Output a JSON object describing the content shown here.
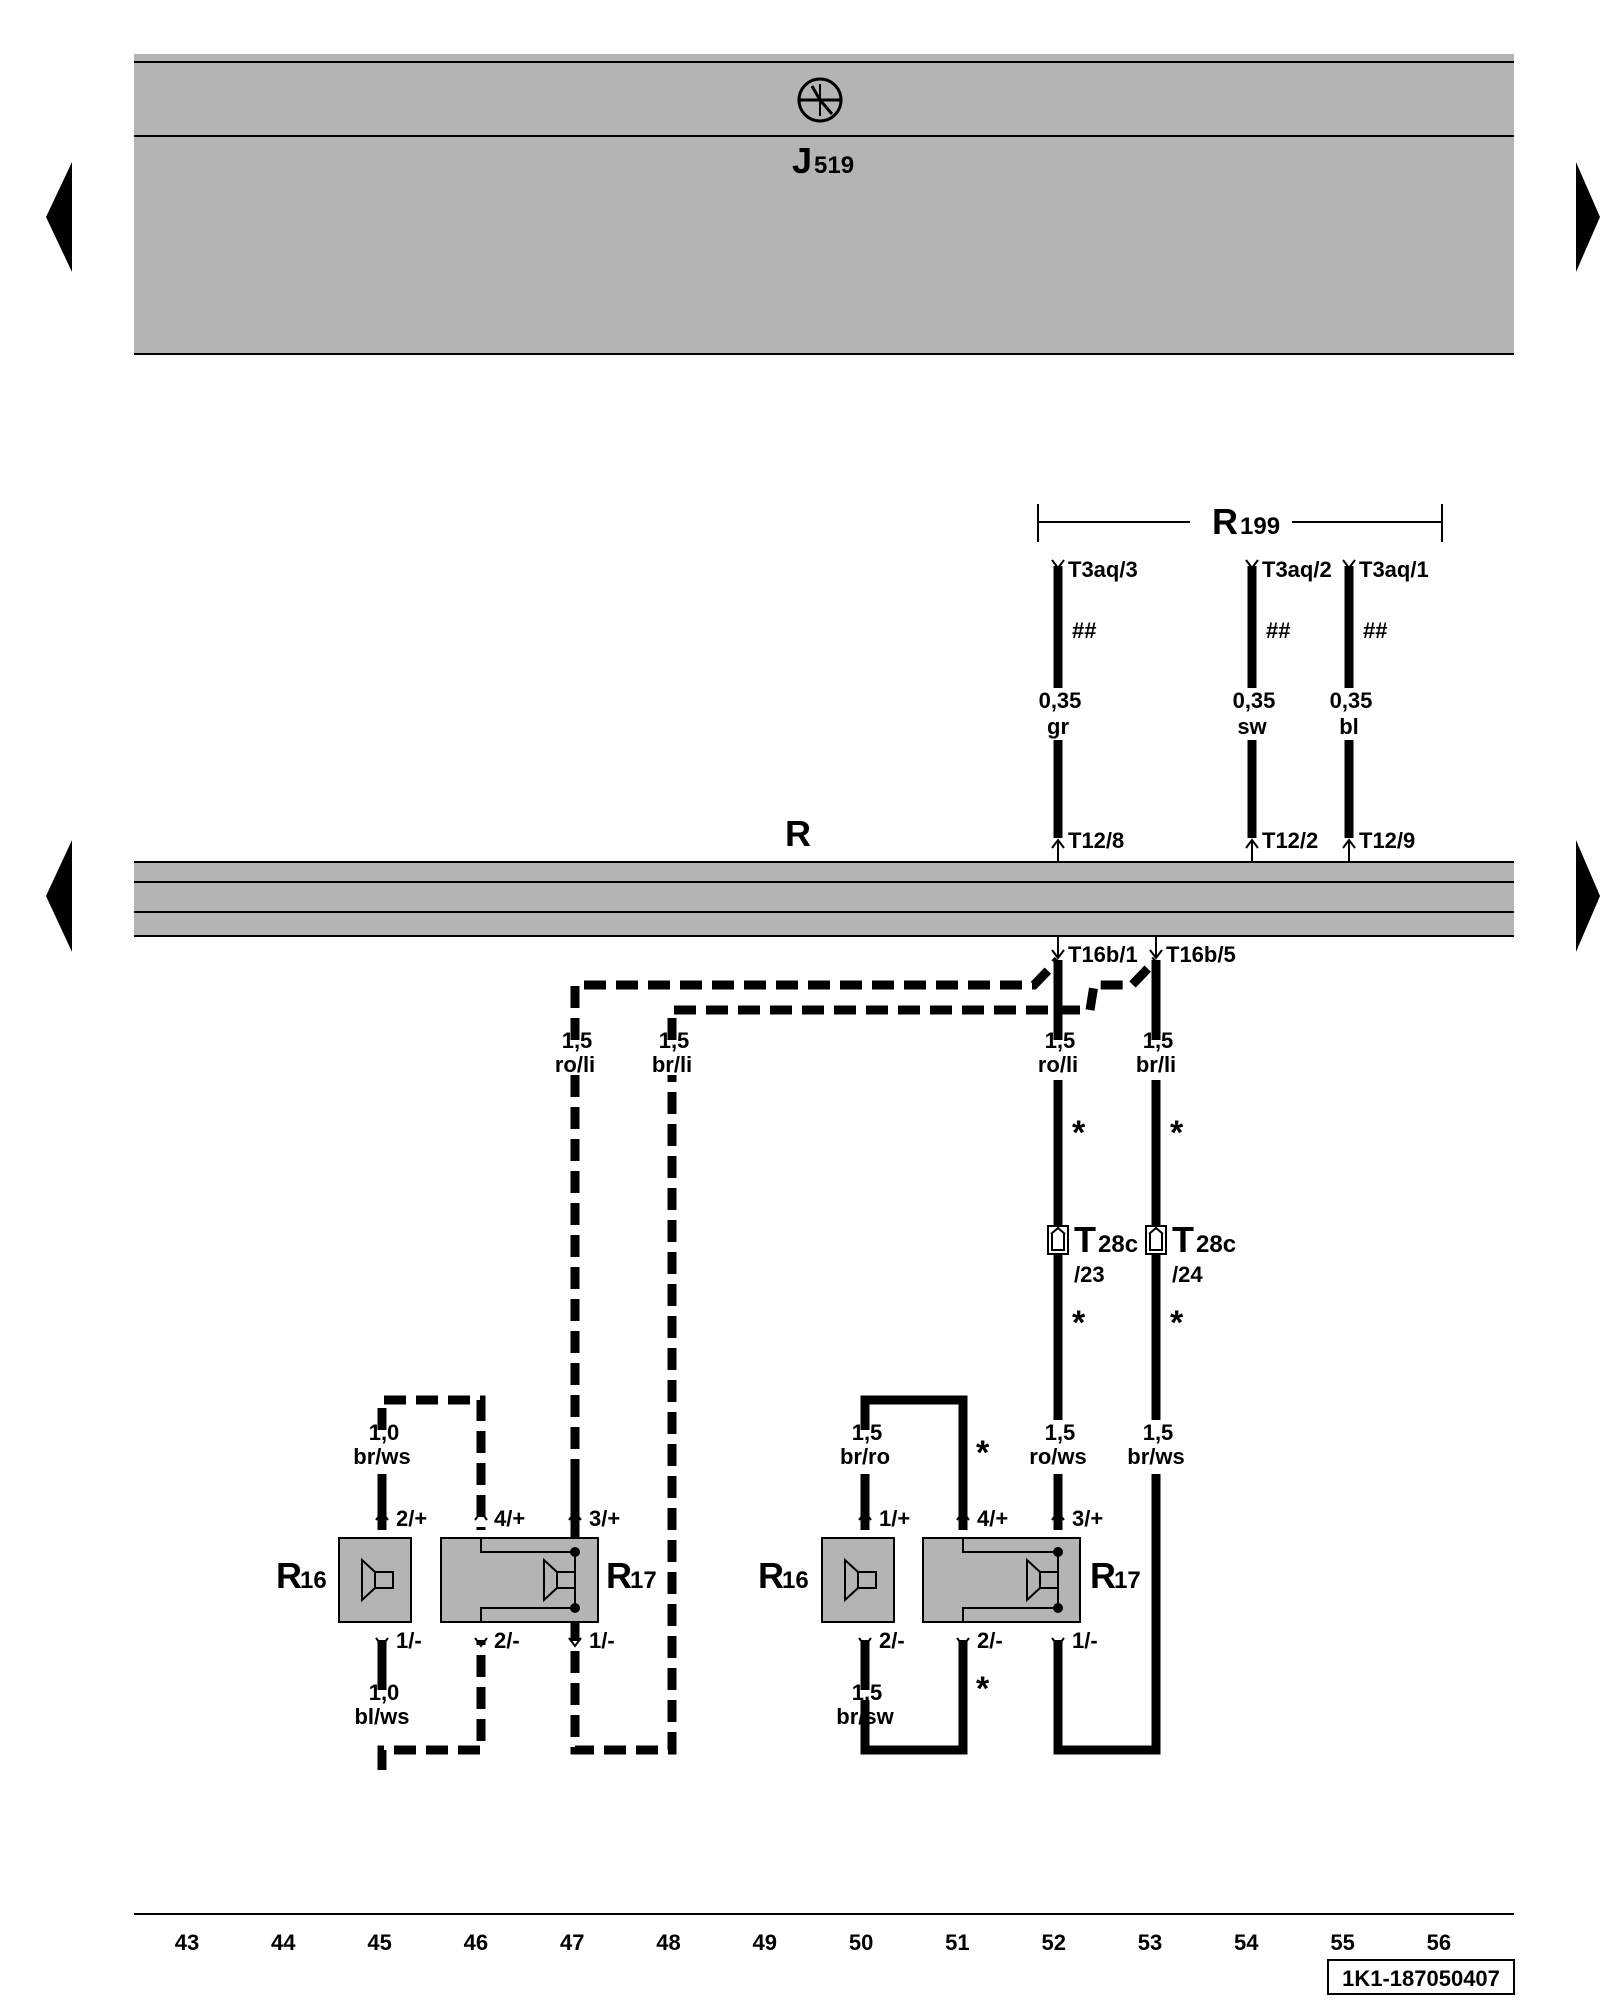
{
  "colors": {
    "module_fill": "#b4b4b4",
    "wire": "#000000",
    "background": "#ffffff"
  },
  "icons": {
    "nav_left": "triangle-left-icon",
    "nav_right": "triangle-right-icon",
    "module_symbol": "electronic-module-icon",
    "speaker": "speaker-icon"
  },
  "modules": {
    "j519": {
      "label": "J",
      "sub": "519"
    },
    "r": {
      "label": "R"
    }
  },
  "r199": {
    "label": "R",
    "sub": "199"
  },
  "r199_pins": [
    {
      "pin": "T3aq/3",
      "gauge": "0,35",
      "color": "gr",
      "marker": "##",
      "r_pin": "T12/8"
    },
    {
      "pin": "T3aq/2",
      "gauge": "0,35",
      "color": "sw",
      "marker": "##",
      "r_pin": "T12/2"
    },
    {
      "pin": "T3aq/1",
      "gauge": "0,35",
      "color": "bl",
      "marker": "##",
      "r_pin": "T12/9"
    }
  ],
  "r_bottom_pins": [
    "T16b/1",
    "T16b/5"
  ],
  "wires": {
    "dashed_ro": {
      "gauge": "1,5",
      "color": "ro/li"
    },
    "dashed_br": {
      "gauge": "1,5",
      "color": "br/li"
    },
    "solid_ro": {
      "gauge": "1,5",
      "color": "ro/li",
      "marker": "*"
    },
    "solid_br": {
      "gauge": "1,5",
      "color": "br/li",
      "marker": "*"
    },
    "connectors": [
      {
        "label": "T",
        "sub": "28c",
        "pin": "/23"
      },
      {
        "label": "T",
        "sub": "28c",
        "pin": "/24"
      }
    ],
    "solid_ro_low": {
      "gauge": "1,5",
      "color": "ro/ws"
    },
    "solid_br_low": {
      "gauge": "1,5",
      "color": "br/ws"
    }
  },
  "left_group": {
    "r16": {
      "label": "R",
      "sub": "16",
      "pin_top": "2/+",
      "pin_bottom": "1/-"
    },
    "r17": {
      "label": "R",
      "sub": "17",
      "pin_top_left": "4/+",
      "pin_top_right": "3/+",
      "pin_bottom_left": "2/-",
      "pin_bottom_right": "1/-"
    },
    "wire_top": {
      "gauge": "1,0",
      "color": "br/ws"
    },
    "wire_bottom": {
      "gauge": "1,0",
      "color": "bl/ws"
    }
  },
  "right_group": {
    "r16": {
      "label": "R",
      "sub": "16",
      "pin_top": "1/+",
      "pin_bottom": "2/-"
    },
    "r17": {
      "label": "R",
      "sub": "17",
      "pin_top_left": "4/+",
      "pin_top_right": "3/+",
      "pin_bottom_left": "2/-",
      "pin_bottom_right": "1/-"
    },
    "wire_top": {
      "gauge": "1,5",
      "color": "br/ro",
      "marker": "*"
    },
    "wire_bottom": {
      "gauge": "1,5",
      "color": "br/sw",
      "marker": "*"
    }
  },
  "current_tracks": [
    "43",
    "44",
    "45",
    "46",
    "47",
    "48",
    "49",
    "50",
    "51",
    "52",
    "53",
    "54",
    "55",
    "56"
  ],
  "diagram_id": "1K1-187050407"
}
